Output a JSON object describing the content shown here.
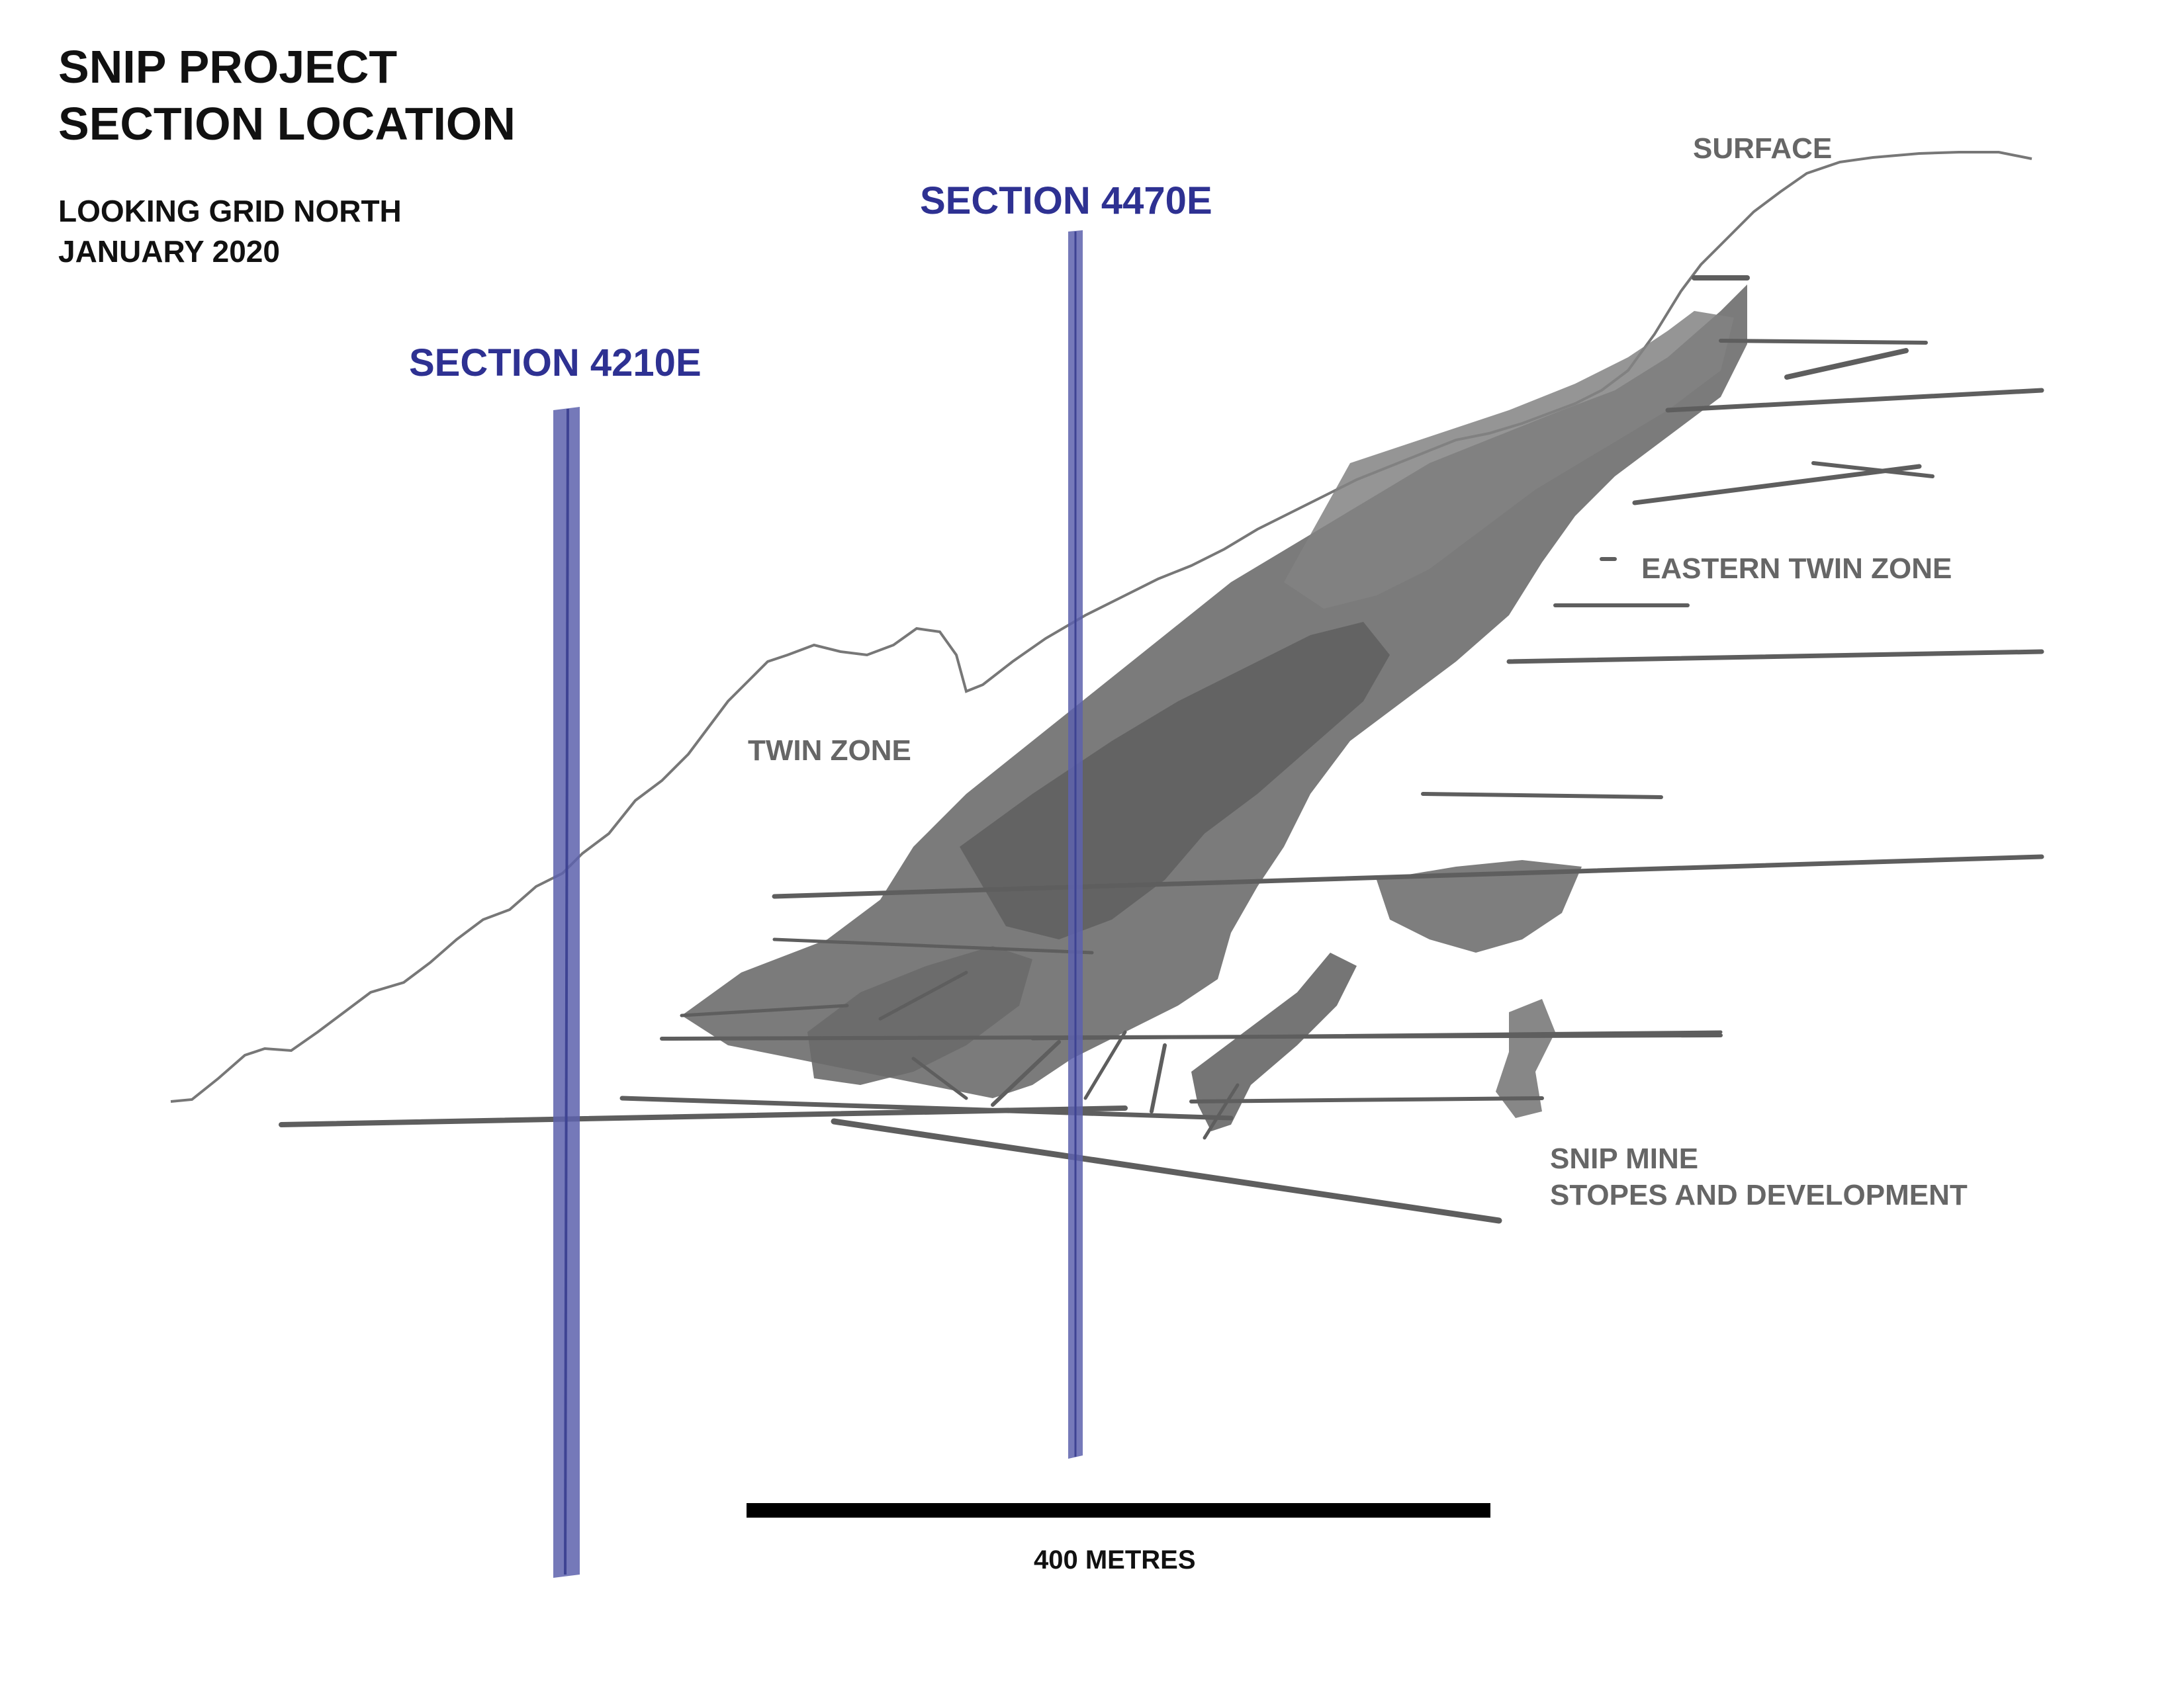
{
  "title": {
    "line1": "SNIP PROJECT",
    "line2": "SECTION LOCATION"
  },
  "subtitle": {
    "line1": "LOOKING GRID NORTH",
    "line2": "JANUARY 2020"
  },
  "sections": [
    {
      "label": "SECTION 4210E"
    },
    {
      "label": "SECTION 4470E"
    }
  ],
  "zones": {
    "surface": "SURFACE",
    "eastern_twin": "EASTERN TWIN ZONE",
    "twin": "TWIN ZONE",
    "mine_line1": "SNIP MINE",
    "mine_line2": "STOPES AND DEVELOPMENT"
  },
  "scale_bar": {
    "label": "400 METRES"
  },
  "colors": {
    "section_plane": "#5d62ad",
    "section_text": "#2e3192",
    "workings": "#6e6e6e",
    "surface_line": "#777777"
  }
}
